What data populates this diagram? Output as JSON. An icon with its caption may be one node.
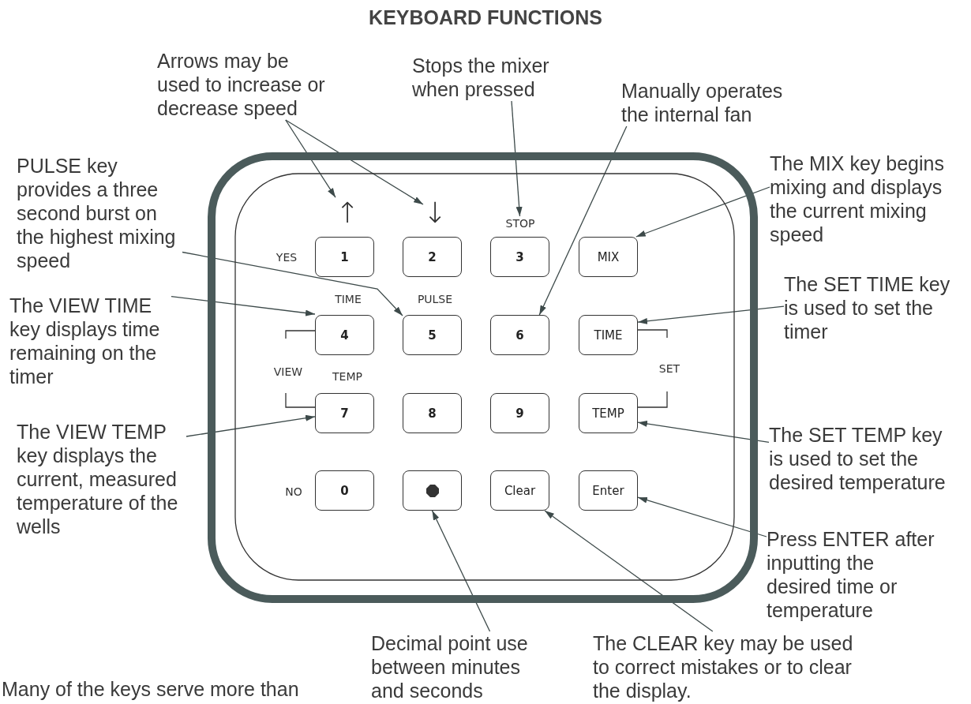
{
  "diagram": {
    "title": "KEYBOARD FUNCTIONS",
    "nodes": [
      {
        "text": [],
        "shape": "box"
      },
      {
        "text": [
          "↑"
        ],
        "in": 0
      },
      {
        "text": [
          "↓"
        ],
        "in": 0
      },
      {
        "text": [
          "1"
        ],
        "in": 0,
        "beside": [
          "YES"
        ]
      },
      {
        "text": [
          "2"
        ],
        "in": 0
      },
      {
        "text": [
          "3"
        ],
        "in": 0,
        "beside": [
          "STOP"
        ]
      },
      {
        "text": [
          "MIX"
        ],
        "in": 0
      },
      {
        "text": [
          "4"
        ],
        "in": 0,
        "beside": [
          "TIME"
        ]
      },
      {
        "text": [
          "5"
        ],
        "in": 0,
        "beside": [
          "PULSE"
        ]
      },
      {
        "text": [
          "6"
        ],
        "in": 0
      },
      {
        "text": [
          "TIME"
        ],
        "in": 0
      },
      {
        "text": [
          "7"
        ],
        "in": 0,
        "beside": [
          "TEMP"
        ]
      },
      {
        "text": [
          "8"
        ],
        "in": 0
      },
      {
        "text": [
          "9"
        ],
        "in": 0
      },
      {
        "text": [
          "TEMP"
        ],
        "in": 0
      },
      {
        "text": [
          "0"
        ],
        "in": 0,
        "beside": [
          "NO"
        ]
      },
      {
        "text": [],
        "shape": "box",
        "in": 0
      },
      {
        "text": [
          "Clear"
        ],
        "in": 0
      },
      {
        "text": [
          "Enter"
        ],
        "in": 0
      },
      {
        "text": [
          "Arrows may be used to increase or decrease speed"
        ]
      },
      {
        "text": [
          "Stops the mixer when pressed"
        ]
      },
      {
        "text": [
          "Manually operates the internal fan"
        ]
      },
      {
        "text": [
          "PULSE key provides a three second burst on the highest mixing speed"
        ]
      },
      {
        "text": [
          "The MIX key begins mixing and displays the current mixing speed"
        ]
      },
      {
        "text": [
          "The VIEW TIME key displays time remaining on the timer"
        ]
      },
      {
        "text": [
          "The SET TIME key is used to set the timer"
        ]
      },
      {
        "text": [
          "The VIEW TEMP key displays the current, measured temperature of the wells"
        ]
      },
      {
        "text": [
          "The SET TEMP key is used to set the desired temperature"
        ]
      },
      {
        "text": [
          "Press ENTER after inputting the desired time or temperature"
        ]
      },
      {
        "text": [
          "Decimal point use between minutes and seconds"
        ]
      },
      {
        "text": [
          "The CLEAR key may be used to correct mistakes or to clear the display."
        ]
      }
    ],
    "edges": [
      {
        "from": 19,
        "to": 1,
        "arrow": "to"
      },
      {
        "from": 19,
        "to": 2,
        "arrow": "to"
      },
      {
        "from": 20,
        "to": 5,
        "arrow": "to"
      },
      {
        "from": 21,
        "to": 9,
        "arrow": "to"
      },
      {
        "from": 22,
        "to": 8,
        "arrow": "to"
      },
      {
        "from": 23,
        "to": 6,
        "arrow": "to"
      },
      {
        "from": 24,
        "to": 7,
        "arrow": "to"
      },
      {
        "from": 25,
        "to": 10,
        "arrow": "to"
      },
      {
        "from": 26,
        "to": 11,
        "arrow": "to"
      },
      {
        "from": 27,
        "to": 14,
        "arrow": "to"
      },
      {
        "from": 28,
        "to": 18,
        "arrow": "to"
      },
      {
        "from": 29,
        "to": 16,
        "arrow": "to"
      },
      {
        "from": 30,
        "to": 17,
        "arrow": "to"
      }
    ],
    "labels": [
      "VIEW",
      "SET",
      "Many of the keys serve more than"
    ]
  }
}
